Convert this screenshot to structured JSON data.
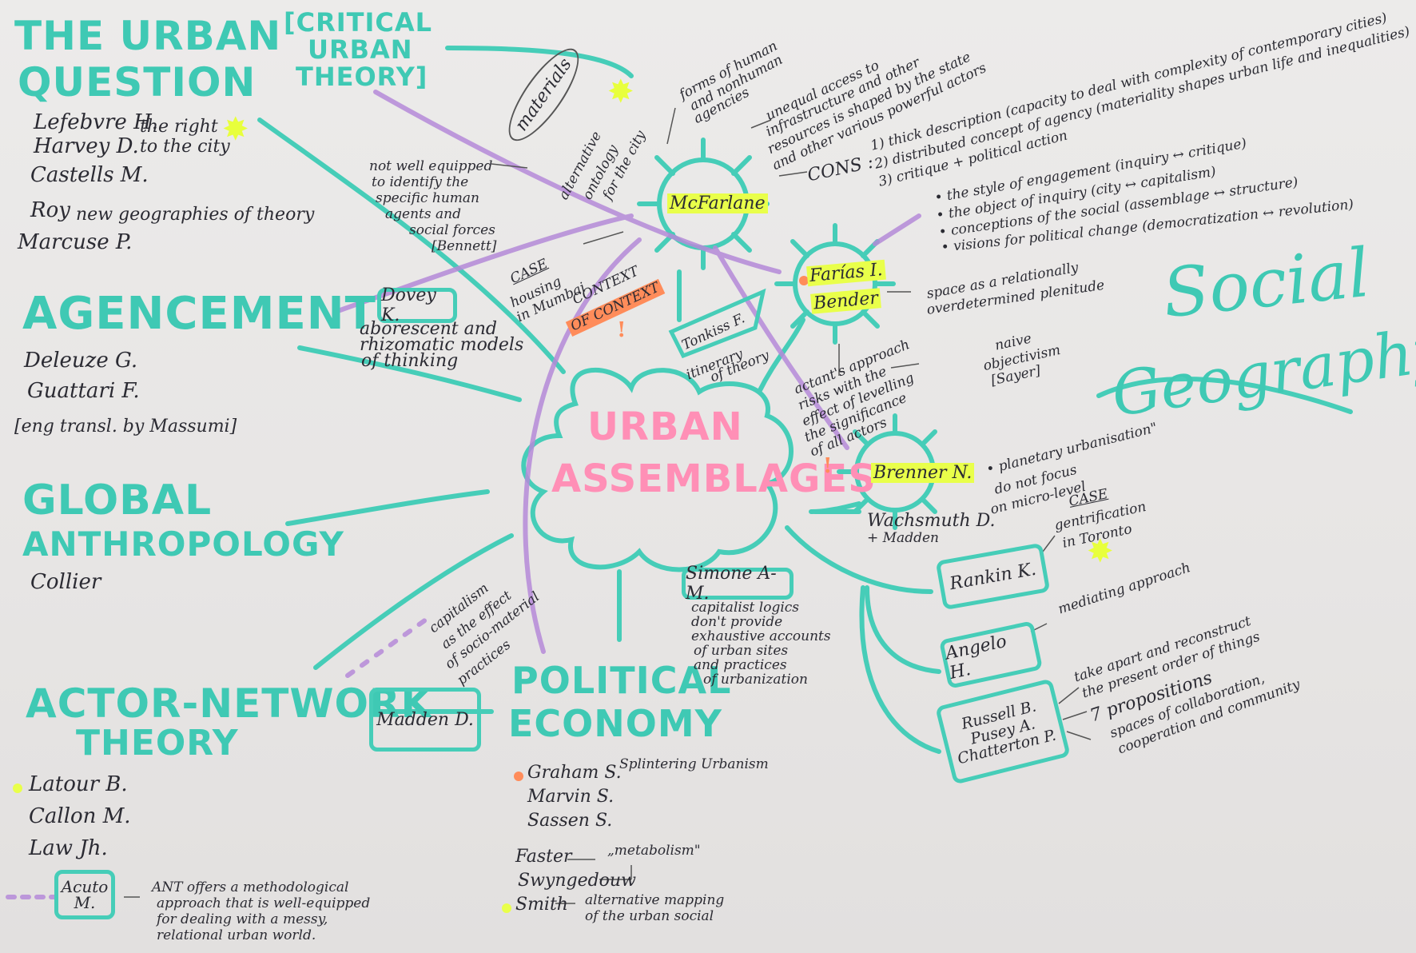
{
  "colors": {
    "teal": "#3fc9b4",
    "purple": "#b58ad8",
    "pink": "#ff8fb6",
    "highlight_yellow": "#e9ff4a",
    "highlight_orange": "#ff8c5a",
    "ink": "#2b2b33"
  },
  "center": {
    "line1": "URBAN",
    "line2": "ASSEMBLAGES"
  },
  "urban_question": {
    "title1": "THE URBAN",
    "title2": "QUESTION",
    "critical": [
      "[CRITICAL",
      "URBAN",
      "THEORY]"
    ],
    "authors": [
      "Lefebvre H.",
      "Harvey D.",
      "Castells M."
    ],
    "right_to_city": [
      "the right",
      "to the city"
    ],
    "roy": "Roy",
    "roy_note": "new geographies of theory",
    "marcuse": "Marcuse P."
  },
  "agencement": {
    "title": "AGENCEMENT",
    "authors": [
      "Deleuze G.",
      "Guattari F."
    ],
    "transl": "[eng transl. by Massumi]",
    "dovey": "Dovey K.",
    "dovey_note": [
      "aborescent and",
      "rhizomatic models",
      "of thinking"
    ]
  },
  "global_anthropology": {
    "title1": "GLOBAL",
    "title2": "ANTHROPOLOGY",
    "author": "Collier"
  },
  "ant": {
    "title1": "ACTOR-NETWORK",
    "title2": "THEORY",
    "authors": [
      "Latour B.",
      "Callon M.",
      "Law Jh."
    ],
    "acuto": [
      "Acuto",
      "M."
    ],
    "acuto_note": [
      "ANT offers a methodological",
      "approach that is well-equipped",
      "for dealing with a messy,",
      "relational urban world."
    ],
    "madden": "Madden D."
  },
  "political_economy": {
    "title1": "POLITICAL",
    "title2": "ECONOMY",
    "authors": [
      "Graham S.",
      "Marvin S.",
      "Sassen S."
    ],
    "splintering": "Splintering Urbanism",
    "faster": "Faster",
    "metabolism": "„metabolism\"",
    "swyngedouw": "Swyngedouw",
    "smith": "Smith",
    "smith_note": [
      "alternative mapping",
      "of the urban social"
    ],
    "capitalism_note": [
      "capitalism",
      "as the effect",
      "of socio-material",
      "practices"
    ],
    "simone": "Simone A-M.",
    "simone_note": [
      "capitalist logics",
      "don't provide",
      "exhaustive accounts",
      "of urban sites",
      "and practices",
      "of urbanization"
    ]
  },
  "mcfarlane": {
    "name": "McFarlane",
    "materials": "materials",
    "ontology": [
      "alternative",
      "ontology",
      "for the city"
    ],
    "forms": [
      "forms of human",
      "and nonhuman",
      "agencies"
    ],
    "unequal": [
      "unequal access to",
      "infrastructure and other",
      "resources is shaped by the state",
      "and other various powerful actors"
    ],
    "not_well": [
      "not well equipped",
      "to identify the",
      "specific human",
      "agents and",
      "social forces",
      "[Bennett]"
    ],
    "case": "CASE",
    "case_note": [
      "housing",
      "in Mumbai"
    ],
    "context": [
      "CONTEXT",
      "OF CONTEXT"
    ],
    "cons_label": "CONS :",
    "cons": [
      "1) thick description (capacity to deal with complexity of contemporary cities)",
      "2) distributed concept of agency (materiality shapes urban life and inequalities)",
      "3) critique + political action"
    ]
  },
  "farias": {
    "names": [
      "Farías I.",
      "Bender"
    ],
    "bullets": [
      "• the style of engagement (inquiry ↔ critique)",
      "• the object of inquiry (city ↔ capitalism)",
      "• conceptions of the social (assemblage ↔ structure)",
      "• visions for political change (democratization ↔ revolution)"
    ],
    "space": [
      "space as a relationally",
      "overdetermined plenitude"
    ],
    "actants": [
      "actant's approach",
      "risks with the",
      "effect of levelling",
      "the significance",
      "of all actors"
    ],
    "naive": [
      "naive",
      "objectivism",
      "[Sayer]"
    ]
  },
  "tonkiss": {
    "name": "Tonkiss F.",
    "note": [
      "itinerary",
      "of theory"
    ]
  },
  "brenner": {
    "name": "Brenner N.",
    "wachsmuth": "Wachsmuth D.",
    "madden": "+ Madden",
    "planetary": "• planetary urbanisation\"",
    "micro": [
      "do not focus",
      "on micro-level"
    ]
  },
  "rankin": {
    "name": "Rankin K.",
    "case": "CASE",
    "note": [
      "gentrification",
      "in Toronto"
    ]
  },
  "angelo": {
    "name": "Angelo H.",
    "note": "mediating approach"
  },
  "russell": {
    "names": [
      "Russell B.",
      "Pusey A.",
      "Chatterton P."
    ],
    "notes": [
      "take apart and reconstruct",
      "the present order of things",
      "7 propositions",
      "spaces of collaboration,",
      "cooperation and community"
    ]
  },
  "social_geography": {
    "line1": "Social",
    "line2": "Geography"
  }
}
